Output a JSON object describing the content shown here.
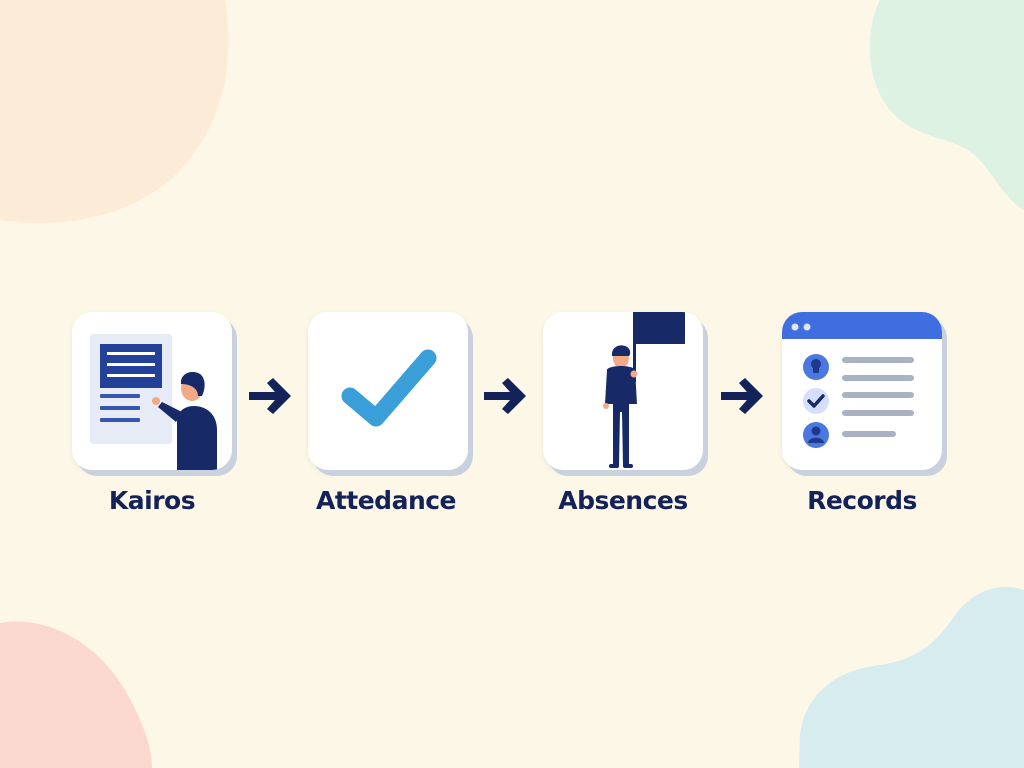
{
  "colors": {
    "background": "#fdf7e7",
    "navy": "#14225a",
    "figure_navy": "#172a67",
    "check_blue": "#3a9ed8",
    "header_blue": "#3f6ee0",
    "blob_peach": "#fcebd6",
    "blob_mint": "#ddf2e3",
    "blob_pink": "#fbd8cf",
    "blob_blue": "#d6ecef"
  },
  "flow": {
    "steps": [
      {
        "label": "Kairos",
        "icon": "person-presenting-document-icon"
      },
      {
        "label": "Attedance",
        "icon": "checkmark-icon"
      },
      {
        "label": "Absences",
        "icon": "person-with-flag-icon"
      },
      {
        "label": "Records",
        "icon": "records-list-window-icon"
      }
    ],
    "connectors": [
      {
        "icon": "arrow-right-icon"
      },
      {
        "icon": "arrow-right-icon"
      },
      {
        "icon": "arrow-right-icon"
      }
    ]
  }
}
